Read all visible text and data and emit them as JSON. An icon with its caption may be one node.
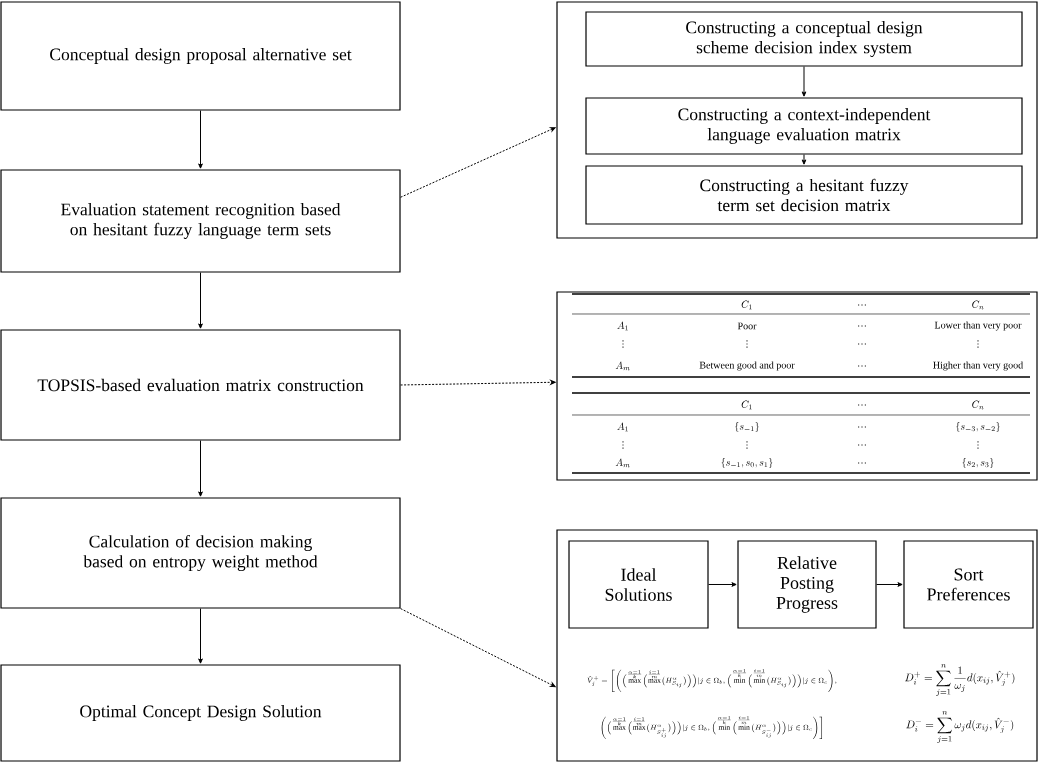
{
  "diagram": {
    "nodes": [
      {
        "text": [
          "Conceptual design proposal alternative set"
        ]
      },
      {
        "text": [
          "Evaluation statement recognition based on hesitant fuzzy language term sets"
        ]
      },
      {
        "text": [
          "TOPSIS-based evaluation matrix construction"
        ]
      },
      {
        "text": [
          "Calculation of decision making based on entropy weight method"
        ]
      },
      {
        "text": [
          "Optimal Concept Design Solution"
        ]
      },
      {
        "text": [],
        "shape": "box"
      },
      {
        "text": [
          "Constructing a conceptual design scheme decision index system"
        ],
        "in": 5
      },
      {
        "text": [
          "Constructing a context-independent language evaluation matrix"
        ],
        "in": 5
      },
      {
        "text": [
          "Constructing a hesitant fuzzy term set decision matrix"
        ],
        "in": 5
      },
      {
        "text": [],
        "shape": "box"
      },
      {
        "text": [],
        "shape": "box"
      },
      {
        "text": [
          "Ideal Solutions"
        ],
        "in": 10
      },
      {
        "text": [
          "Relative Posting Progress"
        ],
        "in": 10
      },
      {
        "text": [
          "Sort Preferences"
        ],
        "in": 10
      }
    ],
    "edges": [
      {
        "from": 0,
        "to": 1,
        "arrow": "to"
      },
      {
        "from": 1,
        "to": 2,
        "arrow": "to"
      },
      {
        "from": 2,
        "to": 3,
        "arrow": "to"
      },
      {
        "from": 3,
        "to": 4,
        "arrow": "to"
      },
      {
        "from": 1,
        "to": 5,
        "arrow": "to",
        "style": "dashed"
      },
      {
        "from": 2,
        "to": 9,
        "arrow": "to",
        "style": "dashed"
      },
      {
        "from": 3,
        "to": 10,
        "arrow": "to",
        "style": "dashed"
      },
      {
        "from": 6,
        "to": 7,
        "arrow": "to"
      },
      {
        "from": 7,
        "to": 8,
        "arrow": "to"
      },
      {
        "from": 11,
        "to": 12,
        "arrow": "to"
      },
      {
        "from": 12,
        "to": 13,
        "arrow": "to"
      }
    ],
    "labels": [
      "C_1",
      "…",
      "C_n",
      "A_1",
      "Poor",
      "…",
      "Lower than very poor",
      "⋮",
      "⋮",
      "…",
      "⋮",
      "A_m",
      "Between good and poor",
      "…",
      "Higher than very good",
      "C_1",
      "…",
      "C_n",
      "A_1",
      "\\{s_{-1}\\}",
      "…",
      "\\{s_{-3},s_{-2}\\}",
      "⋮",
      "⋮",
      "…",
      "⋮",
      "A_m",
      "\\{s_{-1},s_0,s_1\\}",
      "…",
      "\\{s_2,s_3\\}",
      "\\hat{V}_j^{+}=\\Bigg[\\Bigg(\\Big(\\overset{\\frac{\\alpha=1}{k}}{\\max}\\Big(\\overset{\\frac{i=1}{m}}{\\max}\\big(H^{\\alpha}_{S_{ij}}\\big)\\Big)\\Big)|j\\in\\Omega_b,\\Big(\\overset{\\frac{\\alpha=1}{k}}{\\min}\\Big(\\overset{\\frac{i=1}{m}}{\\min}\\big(H^{\\alpha}_{S_{ij}}\\big)\\Big)\\Big)|j\\in\\Omega_c\\Bigg),",
      "\\Bigg(\\Big(\\overset{\\frac{\\alpha=1}{k}}{\\max}\\Big(\\overset{\\frac{i=1}{m}}{\\max}\\big(H^{\\alpha}_{S^{+}_{ij}}\\big)\\Big)\\Big)|j\\in\\Omega_b,\\Big(\\overset{\\frac{\\alpha=1}{k}}{\\min}\\Big(\\overset{\\frac{i=1}{m}}{\\min}\\big(H^{\\alpha}_{S^{-}_{ij}}\\big)\\Big)\\Big)|j\\in\\Omega_c\\Bigg)\\Bigg]",
      "D_i^{+}=\\sum_{j=1}^{n}\\frac{1}{\\omega_j}d(x_{ij},\\hat{V}_j^{+})",
      "D_i^{-}=\\sum_{j=1}^{n}\\omega_j d(x_{ij},\\hat{V}_j^{-})"
    ]
  }
}
